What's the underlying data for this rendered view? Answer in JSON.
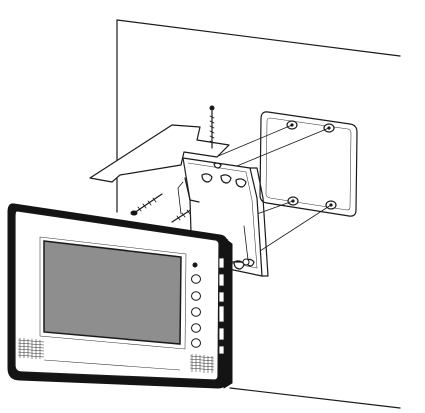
{
  "figure": {
    "components": {
      "wall": "wall-surface",
      "junction_box": "back-box",
      "mounting_bracket": "wall-bracket",
      "screws": [
        "top-screw",
        "side-screw-1",
        "side-screw-2"
      ],
      "monitor": "video-door-phone-monitor"
    },
    "colors": {
      "line": "#1a1a1a",
      "screen": "#8e8e8e",
      "bezel": "#141414",
      "background": "#ffffff"
    }
  }
}
